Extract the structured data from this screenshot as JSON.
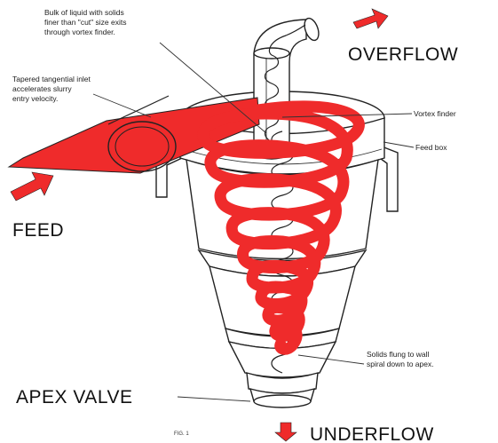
{
  "labels": {
    "overflow": "OVERFLOW",
    "feed": "FEED",
    "apex_valve": "APEX VALVE",
    "underflow": "UNDERFLOW",
    "figure": "FIG. 1"
  },
  "annotations": {
    "bulk_liquid": [
      "Bulk of liquid with solids",
      "finer than \"cut\" size exits",
      "through vortex finder."
    ],
    "tapered_inlet": [
      "Tapered tangential inlet",
      "accelerates slurry",
      "entry velocity."
    ],
    "vortex_finder": "Vortex finder",
    "feed_box": "Feed box",
    "solids_flung": [
      "Solids flung to wall",
      "spiral down to apex."
    ]
  },
  "colors": {
    "spiral": "#ef2b2b",
    "outline": "#222222",
    "background": "#ffffff"
  },
  "icons": {
    "overflow_arrow": "arrow-right-icon",
    "feed_arrow": "arrow-right-icon",
    "underflow_arrow": "arrow-down-icon"
  }
}
